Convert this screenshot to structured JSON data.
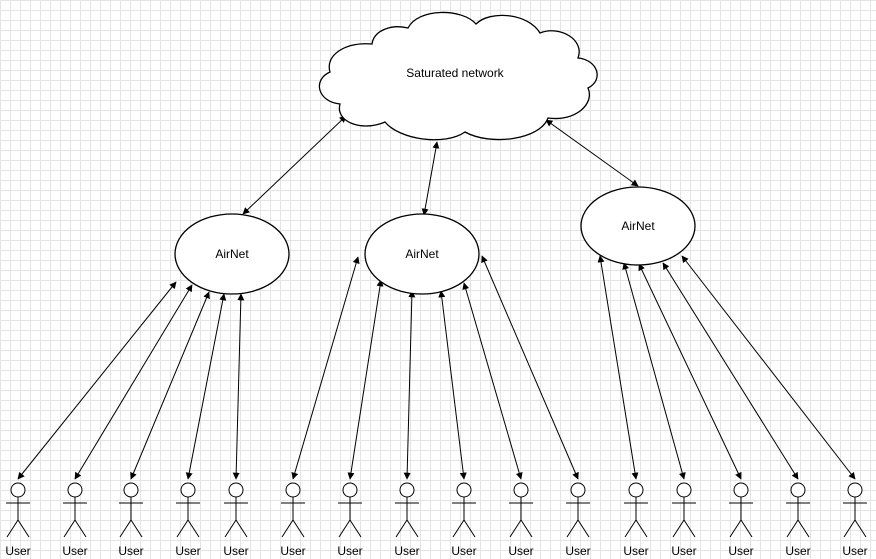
{
  "diagram": {
    "cloud": {
      "label": "Saturated network"
    },
    "hubs": [
      {
        "label": "AirNet"
      },
      {
        "label": "AirNet"
      },
      {
        "label": "AirNet"
      }
    ],
    "user_label": "User",
    "user_groups": [
      {
        "hub": 0,
        "count": 5
      },
      {
        "hub": 1,
        "count": 6
      },
      {
        "hub": 2,
        "count": 5
      }
    ],
    "connections": {
      "hub_to_cloud": "bidirectional",
      "user_to_hub": "bidirectional"
    },
    "colors": {
      "stroke": "#000000",
      "fill": "#ffffff",
      "grid": "#e4e4e4"
    }
  }
}
